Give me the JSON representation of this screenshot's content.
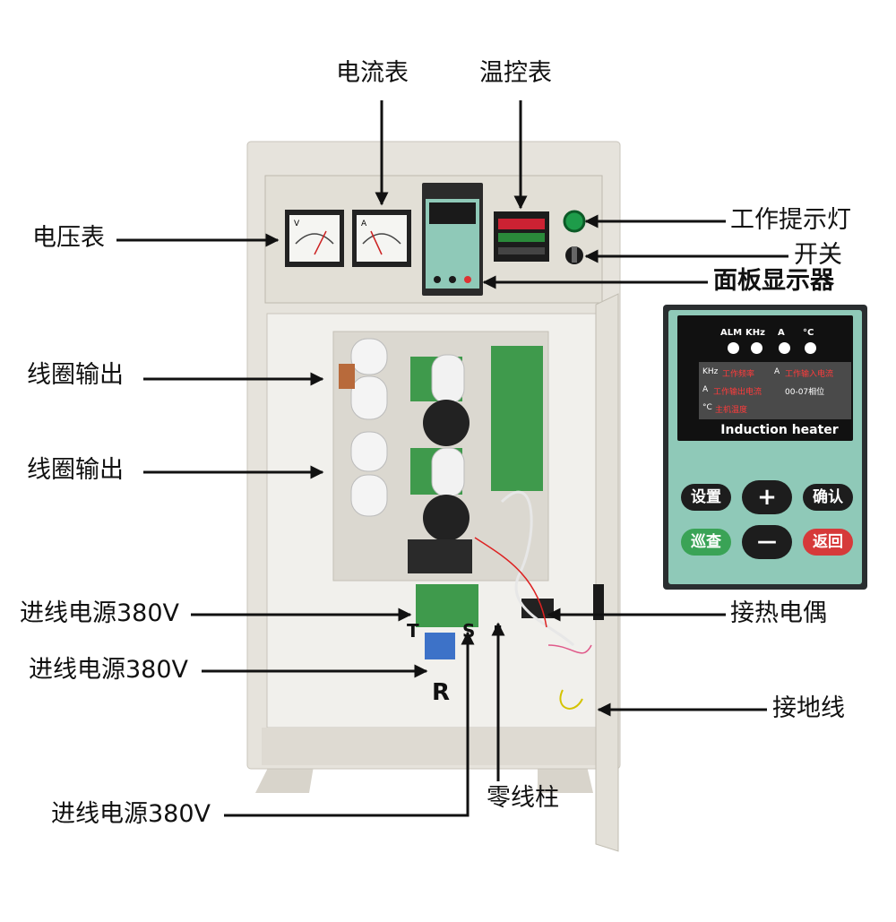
{
  "labels": {
    "ammeter": "电流表",
    "temp_controller": "温控表",
    "voltmeter": "电压表",
    "work_indicator": "工作提示灯",
    "switch": "开关",
    "panel_display": "面板显示器",
    "coil_output_1": "线圈输出",
    "coil_output_2": "线圈输出",
    "input_power_t": "进线电源380V",
    "input_power_r": "进线电源380V",
    "input_power_s": "进线电源380V",
    "thermocouple": "接热电偶",
    "ground_wire": "接地线",
    "neutral_post": "零线柱"
  },
  "terminals": {
    "t": "T",
    "s": "S",
    "n": "N",
    "r": "R"
  },
  "meters": {
    "volt_symbol": "V",
    "amp_symbol": "A"
  },
  "panel": {
    "leds": [
      "ALM",
      "KHz",
      "A",
      "°C"
    ],
    "screen": {
      "r1a": "KHz",
      "r1b": "工作频率",
      "r1c": "A",
      "r1d": "工作输入电流",
      "r2a": "A",
      "r2b": "工作输出电流",
      "r2c": "00-07相位",
      "r3a": "°C",
      "r3b": "主机温度"
    },
    "brand": "Induction heater",
    "buttons": {
      "set": "设置",
      "plus": "+",
      "confirm": "确认",
      "patrol": "巡查",
      "minus": "—",
      "back": "返回"
    }
  },
  "colors": {
    "cabinet": "#e6e3dc",
    "interior": "#f1f0ec",
    "panel_face": "#8fc9b8",
    "indicator": "#1e9c4a"
  }
}
